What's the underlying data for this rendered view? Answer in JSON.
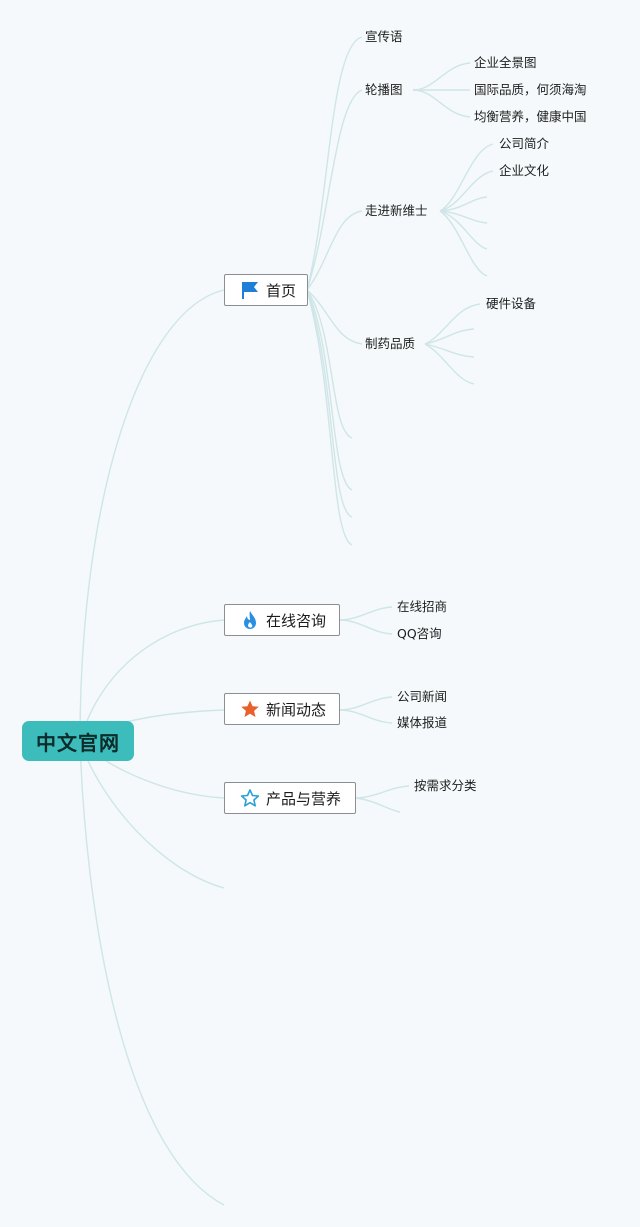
{
  "root": {
    "label": "中文官网"
  },
  "topics": {
    "home": {
      "label": "首页",
      "icon": "flag-icon",
      "children": {
        "slogan": "宣传语",
        "carousel": {
          "label": "轮播图",
          "children": [
            "企业全景图",
            "国际品质，何须海淘",
            "均衡营养，健康中国"
          ]
        },
        "about": {
          "label": "走进新维士",
          "children": [
            "公司简介",
            "企业文化"
          ]
        },
        "pharma": {
          "label": "制药品质",
          "children": [
            "硬件设备"
          ]
        }
      }
    },
    "consult": {
      "label": "在线咨询",
      "icon": "fire-icon",
      "children": [
        "在线招商",
        "QQ咨询"
      ]
    },
    "news": {
      "label": "新闻动态",
      "icon": "star-filled-icon",
      "children": [
        "公司新闻",
        "媒体报道"
      ]
    },
    "products": {
      "label": "产品与营养",
      "icon": "star-outline-icon",
      "children": [
        "按需求分类"
      ]
    }
  },
  "colors": {
    "root_fill": "#3dbcbc",
    "connector": "#cfe5e8",
    "flag": "#1d7fd6",
    "fire": "#2a8fe0",
    "star": "#e8612c",
    "star_outline": "#2aa0d8"
  }
}
